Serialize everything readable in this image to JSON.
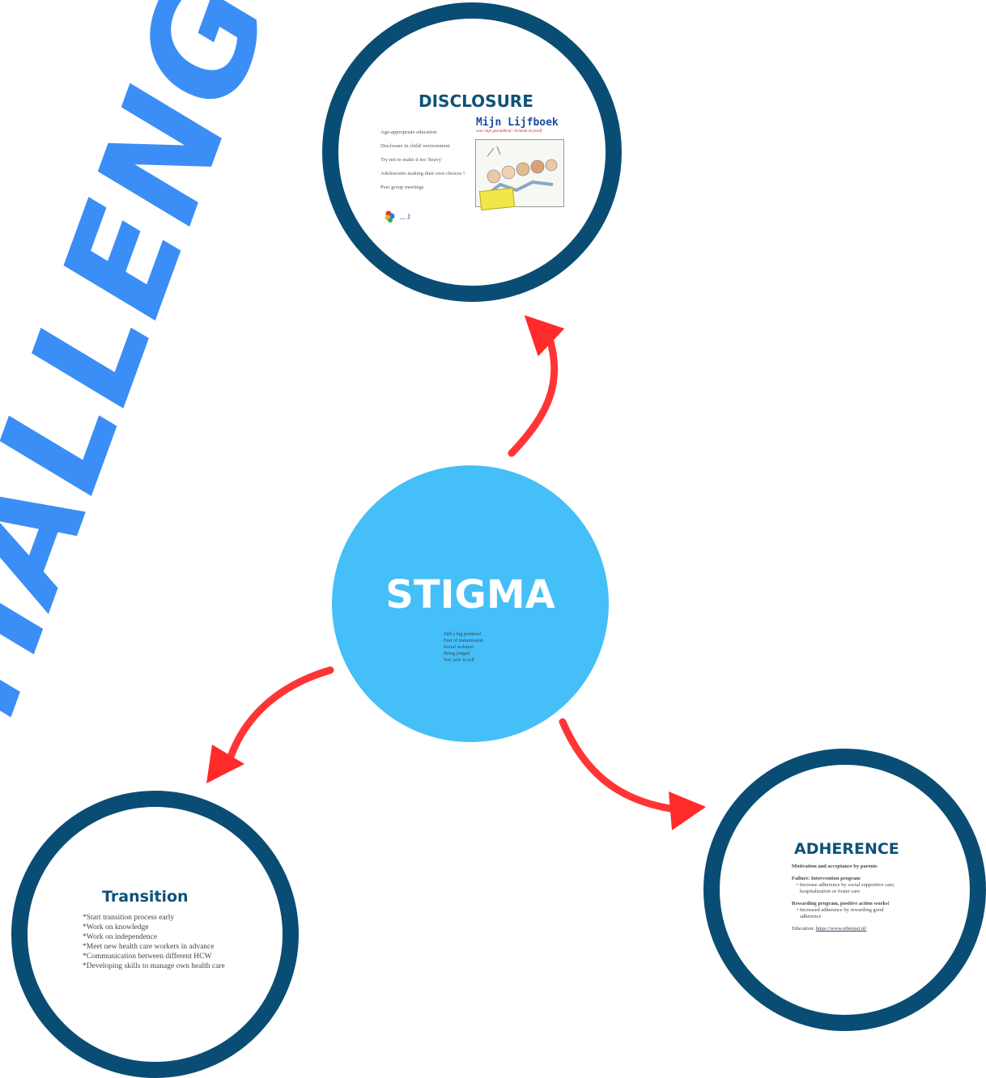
{
  "page": {
    "title": "CHALLENGES"
  },
  "center": {
    "title": "STIGMA",
    "lines": [
      "Still a big problem!",
      "Fear of transmission",
      "Social isolation",
      "Being judged",
      "Not 'safe' to tell"
    ]
  },
  "disclosure": {
    "title": "DISCLOSURE",
    "items": [
      "Age-appropriate education",
      "Disclosure in child/ environment",
      "Try not to make it too 'heavy'",
      "Adolescents making their own choices !",
      "Peer group meetings"
    ],
    "book_title": "Mijn Lijfboek",
    "book_subtitle": "voor mijn gezondheid / lichaam en jezelf",
    "logo_text": "... J"
  },
  "transition": {
    "title": "Transition",
    "items": [
      "*Start transition process early",
      "*Work on knowledge",
      "*Work on independence",
      "*Meet new health care workers in advance",
      "*Communication between different HCW",
      "*Developing skills to manage own health care"
    ]
  },
  "adherence": {
    "title": "ADHERENCE",
    "line1": "Motivation and acceptance by parents",
    "failure_heading": "Failure: Intervention program",
    "failure_item": "• Increase adherence by social supportive care,",
    "failure_item2": "hospitalization or foster care",
    "reward_heading": "Rewarding program, positive action works!",
    "reward_item": "• Increased adherence by rewarding good",
    "reward_item2": "adherence",
    "education_label": "Education: ",
    "education_link": "https://www.etherpal.nl/"
  },
  "colors": {
    "ring": "#0a4d74",
    "title": "#0f5278",
    "center": "#45bff7",
    "arrow": "#ff3535",
    "challenges": "#3b8ef5"
  },
  "icons": [
    "red-curved-arrow",
    "flower-logo-icon",
    "book-illustration"
  ]
}
